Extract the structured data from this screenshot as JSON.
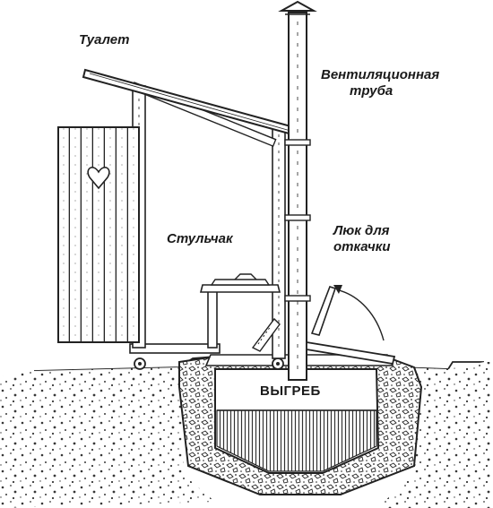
{
  "labels": {
    "toilet": "Туалет",
    "vent_pipe_line1": "Вентиляционная",
    "vent_pipe_line2": "труба",
    "seat": "Стульчак",
    "hatch_line1": "Люк для",
    "hatch_line2": "откачки",
    "cesspit": "ВЫГРЕБ"
  },
  "colors": {
    "ink": "#1a1a1a",
    "background": "#ffffff"
  },
  "icons": {
    "door_cutout": "heart-icon"
  }
}
